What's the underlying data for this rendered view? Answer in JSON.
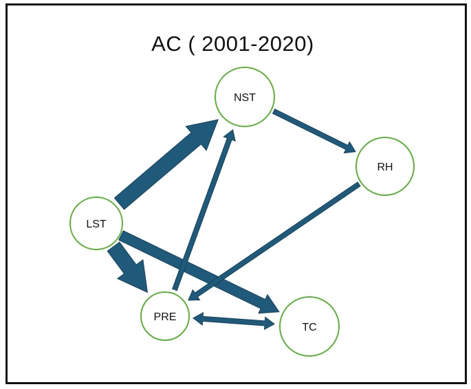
{
  "title": "AC ( 2001-2020)",
  "colors": {
    "edge": "#1f5a7a",
    "node_stroke": "#5cb338",
    "node_fill": "#ffffff",
    "frame": "#111111"
  },
  "nodes": [
    {
      "id": "NST",
      "label": "NST"
    },
    {
      "id": "RH",
      "label": "RH"
    },
    {
      "id": "LST",
      "label": "LST"
    },
    {
      "id": "PRE",
      "label": "PRE"
    },
    {
      "id": "TC",
      "label": "TC"
    }
  ],
  "edges": [
    {
      "from": "LST",
      "to": "NST",
      "strength": "very-strong",
      "direction": "forward"
    },
    {
      "from": "LST",
      "to": "PRE",
      "strength": "very-strong",
      "direction": "forward"
    },
    {
      "from": "LST",
      "to": "TC",
      "strength": "strong",
      "direction": "forward"
    },
    {
      "from": "NST",
      "to": "RH",
      "strength": "medium",
      "direction": "forward"
    },
    {
      "from": "RH",
      "to": "PRE",
      "strength": "medium",
      "direction": "forward"
    },
    {
      "from": "PRE",
      "to": "NST",
      "strength": "medium",
      "direction": "forward"
    },
    {
      "from": "PRE",
      "to": "TC",
      "strength": "medium",
      "direction": "both"
    }
  ]
}
